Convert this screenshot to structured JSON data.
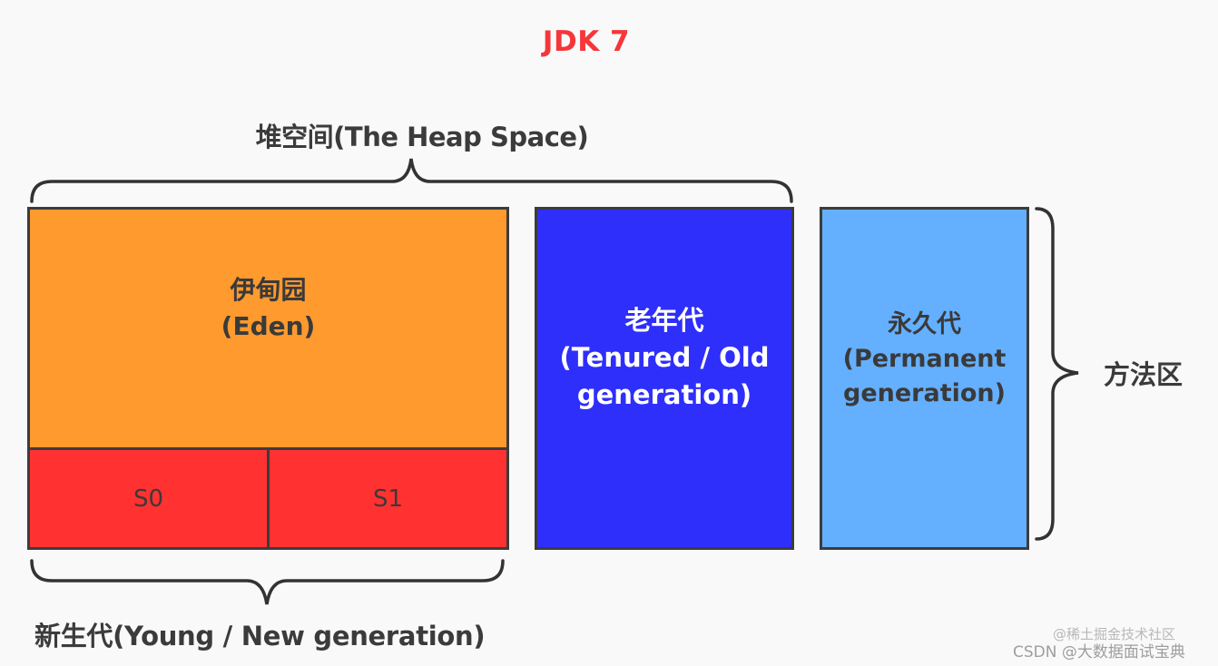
{
  "title": "JDK 7",
  "heap": {
    "label": "堆空间(The Heap Space)"
  },
  "young": {
    "label": "新生代(Young / New generation)",
    "eden": {
      "line1": "伊甸园",
      "line2": "(Eden)",
      "color": "#ff9a2e"
    },
    "survivors": [
      {
        "label": "S0",
        "color": "#ff3131"
      },
      {
        "label": "S1",
        "color": "#ff3131"
      }
    ]
  },
  "old": {
    "line1": "老年代",
    "line2": "(Tenured / Old",
    "line3": "generation)",
    "color": "#2f2ffb"
  },
  "permanent": {
    "line1": "永久代",
    "line2": "(Permanent",
    "line3": "generation)",
    "color": "#64b0ff"
  },
  "method_area": {
    "label": "方法区"
  },
  "watermarks": {
    "juejin": "@稀土掘金技术社区",
    "csdn": "CSDN @大数据面试宝典"
  }
}
